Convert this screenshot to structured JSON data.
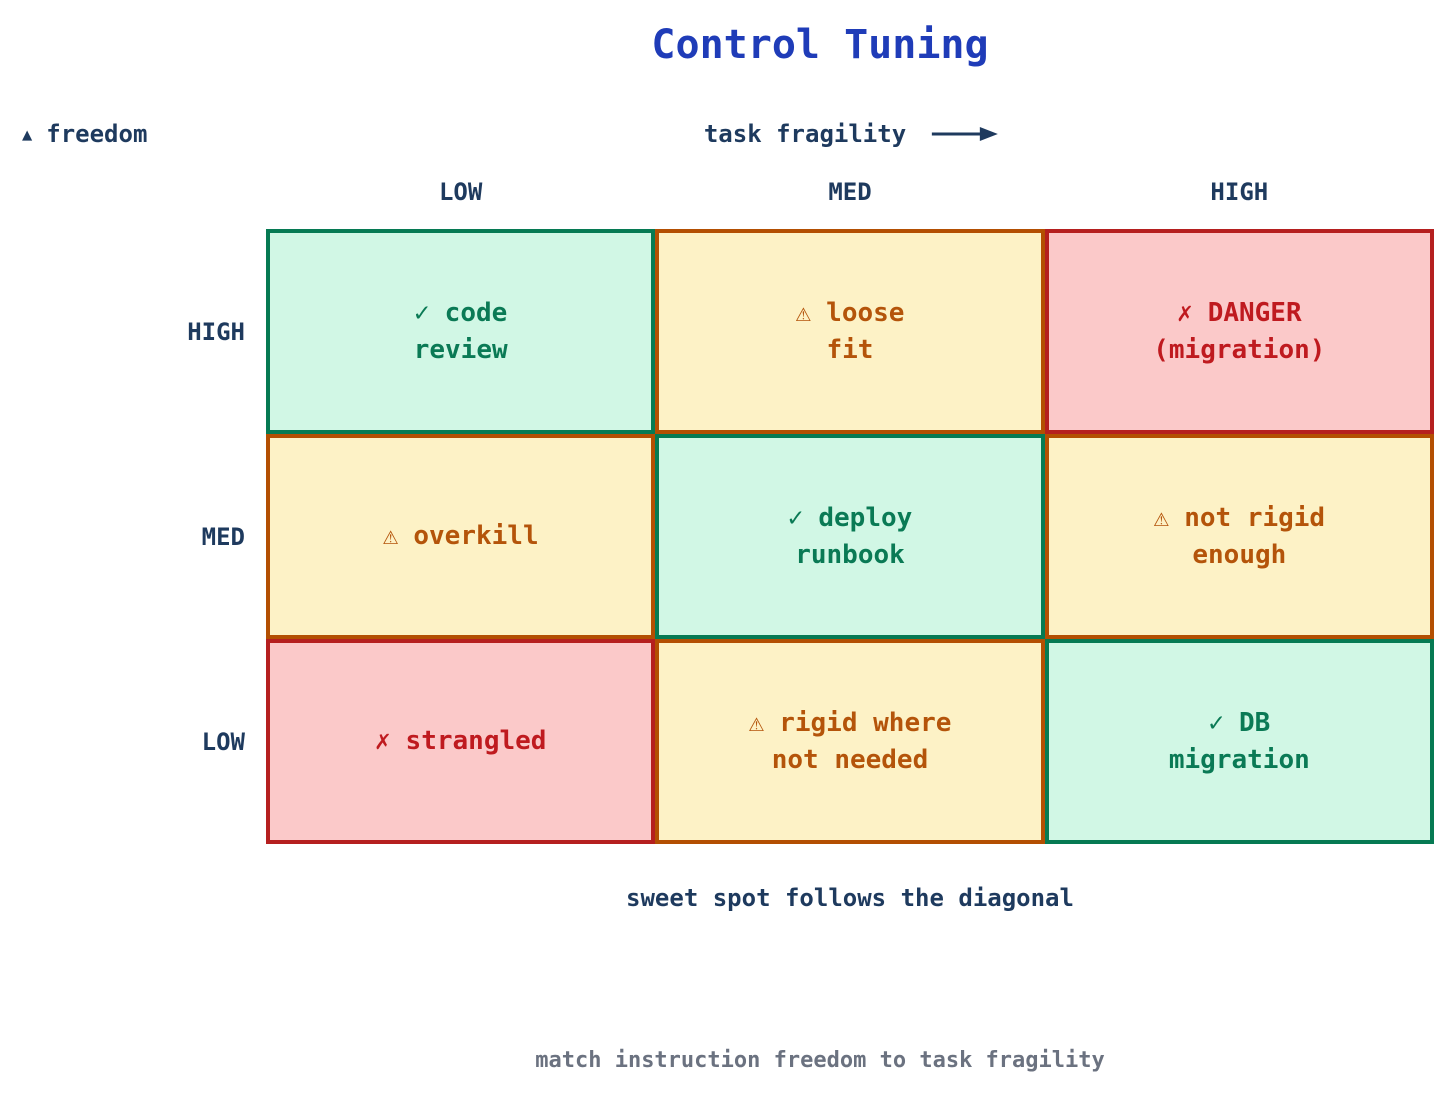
{
  "title": "Control Tuning",
  "axes": {
    "y_label": "freedom",
    "x_label": "task fragility",
    "col_headers": [
      "LOW",
      "MED",
      "HIGH"
    ],
    "row_headers": [
      "HIGH",
      "MED",
      "LOW"
    ]
  },
  "cells": [
    {
      "row": "HIGH",
      "col": "LOW",
      "status": "good",
      "icon": "✓",
      "icon_name": "check-icon",
      "line1": "code",
      "line2": "review"
    },
    {
      "row": "HIGH",
      "col": "MED",
      "status": "warn",
      "icon": "⚠",
      "icon_name": "warning-icon",
      "line1": "loose",
      "line2": "fit"
    },
    {
      "row": "HIGH",
      "col": "HIGH",
      "status": "bad",
      "icon": "✗",
      "icon_name": "cross-icon",
      "line1": "DANGER",
      "line2": "(migration)"
    },
    {
      "row": "MED",
      "col": "LOW",
      "status": "warn",
      "icon": "⚠",
      "icon_name": "warning-icon",
      "line1": "overkill",
      "line2": ""
    },
    {
      "row": "MED",
      "col": "MED",
      "status": "good",
      "icon": "✓",
      "icon_name": "check-icon",
      "line1": "deploy",
      "line2": "runbook"
    },
    {
      "row": "MED",
      "col": "HIGH",
      "status": "warn",
      "icon": "⚠",
      "icon_name": "warning-icon",
      "line1": "not rigid",
      "line2": "enough"
    },
    {
      "row": "LOW",
      "col": "LOW",
      "status": "bad",
      "icon": "✗",
      "icon_name": "cross-icon",
      "line1": "strangled",
      "line2": ""
    },
    {
      "row": "LOW",
      "col": "MED",
      "status": "warn",
      "icon": "⚠",
      "icon_name": "warning-icon",
      "line1": "rigid where",
      "line2": "not needed"
    },
    {
      "row": "LOW",
      "col": "HIGH",
      "status": "good",
      "icon": "✓",
      "icon_name": "check-icon",
      "line1": "DB",
      "line2": "migration"
    }
  ],
  "captions": {
    "diagonal": "sweet spot follows the diagonal",
    "footer": "match instruction freedom to task fragility"
  },
  "icons": {
    "y_axis_marker": "▲"
  },
  "colors": {
    "title_blue": "#1f3cb8",
    "navy": "#1e3a5e",
    "caption_gray": "#6b7280",
    "good_bg": "#d1f7e5",
    "good_border": "#067a53",
    "good_text": "#0a7a55",
    "warn_bg": "#fdf2c6",
    "warn_border": "#b34f02",
    "warn_text": "#b4540a",
    "bad_bg": "#fbc9c9",
    "bad_border": "#b51f1f",
    "bad_text": "#bf1a1f"
  }
}
